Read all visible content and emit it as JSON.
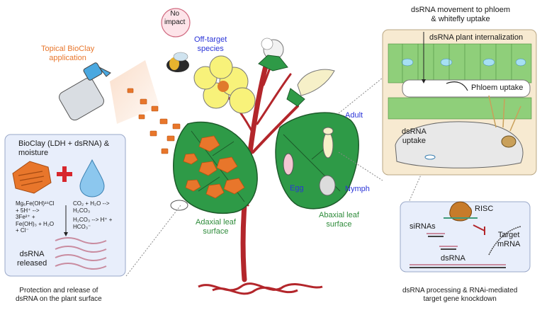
{
  "labels": {
    "topical": "Topical BioClay\napplication",
    "no_impact": "No\nimpact",
    "off_target": "Off-target\nspecies",
    "adult": "Adult",
    "egg": "Egg",
    "nymph": "Nymph",
    "adaxial": "Adaxial leaf\nsurface",
    "abaxial": "Abaxial leaf\nsurface",
    "movement": "dsRNA movement to phloem\n& whitefly uptake",
    "internalization": "dsRNA plant internalization",
    "phloem_uptake": "Phloem uptake",
    "dsrna_uptake": "dsRNA\nuptake",
    "risc": "RISC",
    "sirnas": "siRNAs",
    "target_mrna": "Target\nmRNA",
    "dsrna": "dsRNA",
    "processing_caption": "dsRNA processing & RNAi-mediated\ntarget gene knockdown",
    "bioclay_title": "BioClay (LDH + dsRNA) &\nmoisture",
    "eq1": "Mg₆Fe(OH)¹⁶Cl\n+ 5H⁺ -->\n3Fe²⁺ +\nFe(OH)₃ + H₂O\n+ Cl⁻",
    "eq2": "CO₂ + H₂O -->\nH₂CO₃",
    "eq3": "H₂CO₃ --> H⁺ +\nHCO₃⁻",
    "released": "dsRNA\nreleased",
    "protection_caption": "Protection and release of\ndsRNA on the plant surface"
  }
}
